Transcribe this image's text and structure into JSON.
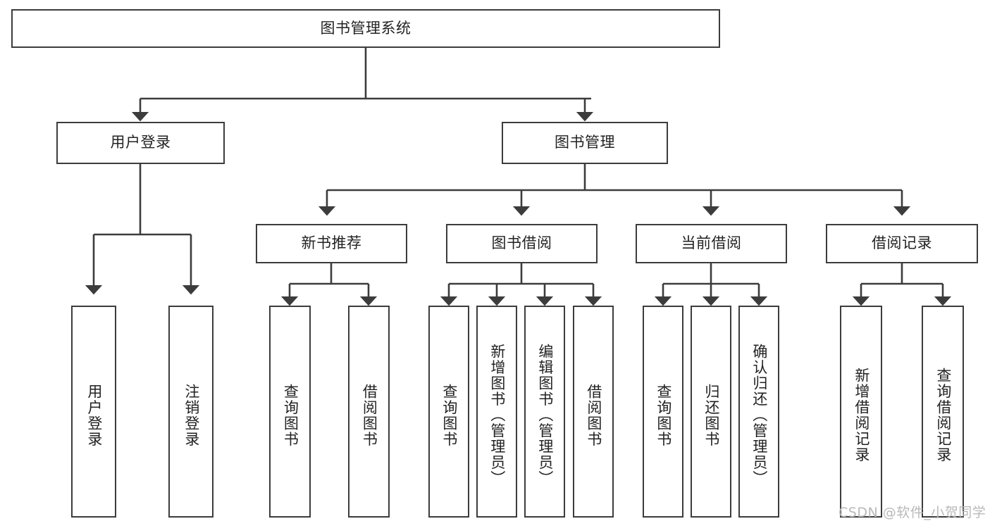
{
  "diagram": {
    "title": "图书管理系统",
    "watermark": "CSDN @软件_小贺同学",
    "stroke_color": "#3c3c3c",
    "text_color": "#222222",
    "background": "#ffffff",
    "watermark_color": "#b9b9b9",
    "root": {
      "label": "图书管理系统"
    },
    "level2": [
      {
        "label": "用户登录"
      },
      {
        "label": "图书管理"
      }
    ],
    "level3": [
      {
        "label": "新书推荐"
      },
      {
        "label": "图书借阅"
      },
      {
        "label": "当前借阅"
      },
      {
        "label": "借阅记录"
      }
    ],
    "leaves": {
      "user_login": [
        {
          "label": "用户登录"
        },
        {
          "label": "注销登录"
        }
      ],
      "new_book_recommend": [
        {
          "label": "查询图书"
        },
        {
          "label": "借阅图书"
        }
      ],
      "book_borrow": [
        {
          "label": "查询图书"
        },
        {
          "label": "新增图书（管理员）"
        },
        {
          "label": "编辑图书（管理员）"
        },
        {
          "label": "借阅图书"
        }
      ],
      "current_borrow": [
        {
          "label": "查询图书"
        },
        {
          "label": "归还图书"
        },
        {
          "label": "确认归还（管理员）"
        }
      ],
      "borrow_record": [
        {
          "label": "新增借阅记录"
        },
        {
          "label": "查询借阅记录"
        }
      ]
    }
  }
}
